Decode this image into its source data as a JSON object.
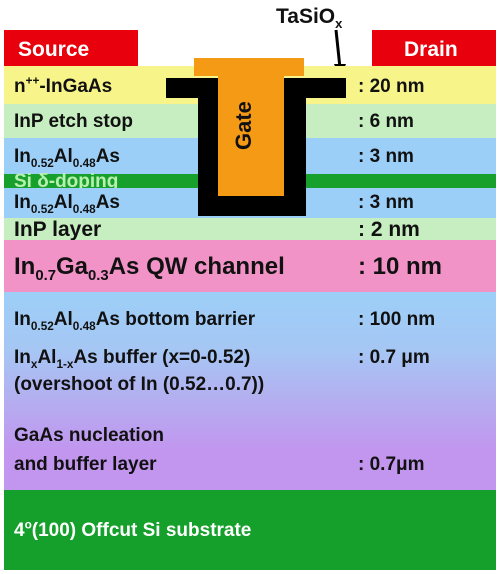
{
  "top": {
    "source_label": "Source",
    "drain_label": "Drain",
    "oxide_label": "TaSiO",
    "oxide_sub": "x"
  },
  "gate": {
    "label": "Gate"
  },
  "layers": {
    "cap": {
      "label_pre": "n",
      "label_sup": "++",
      "label_post": "-InGaAs",
      "value": ": 20 nm"
    },
    "etch": {
      "label": "InP etch stop",
      "value": ": 6 nm"
    },
    "barrier1": {
      "p1": "In",
      "s1": "0.52",
      "p2": "Al",
      "s2": "0.48",
      "p3": "As",
      "value": ": 3 nm"
    },
    "delta": {
      "label": "Si δ-doping"
    },
    "barrier2": {
      "p1": "In",
      "s1": "0.52",
      "p2": "Al",
      "s2": "0.48",
      "p3": "As",
      "value": ": 3 nm"
    },
    "inp": {
      "label": "InP layer",
      "value": ": 2 nm"
    },
    "qw": {
      "p1": "In",
      "s1": "0.7",
      "p2": "Ga",
      "s2": "0.3",
      "p3": "As QW channel",
      "value": ": 10 nm"
    },
    "bottom": {
      "p1": "In",
      "s1": "0.52",
      "p2": "Al",
      "s2": "0.48",
      "p3": "As bottom barrier",
      "value": ": 100 nm"
    },
    "buffer": {
      "p1": "In",
      "s1": "x",
      "p2": "Al",
      "s2": "1-x",
      "p3": "As buffer (x=0-0.52)",
      "line2": "(overshoot of In (0.52…0.7))",
      "value": ": 0.7 μm"
    },
    "gaas": {
      "line1": "GaAs nucleation",
      "line2": "and buffer layer",
      "value": ": 0.7μm"
    },
    "substrate": {
      "sup": "o",
      "label_pre": "4",
      "label_post": "(100) Offcut Si substrate"
    }
  },
  "colors": {
    "contact": "#e8000c",
    "cap": "#f7f58a",
    "etch": "#c6eec0",
    "barrier": "#9ccff7",
    "delta": "#18a02c",
    "inp": "#c6eec0",
    "qw": "#f293c7",
    "buffer_top": "#9ccff7",
    "buffer_bottom": "#c296ef",
    "substrate": "#14a02a",
    "gate": "#f59a14",
    "oxide": "#000000"
  }
}
